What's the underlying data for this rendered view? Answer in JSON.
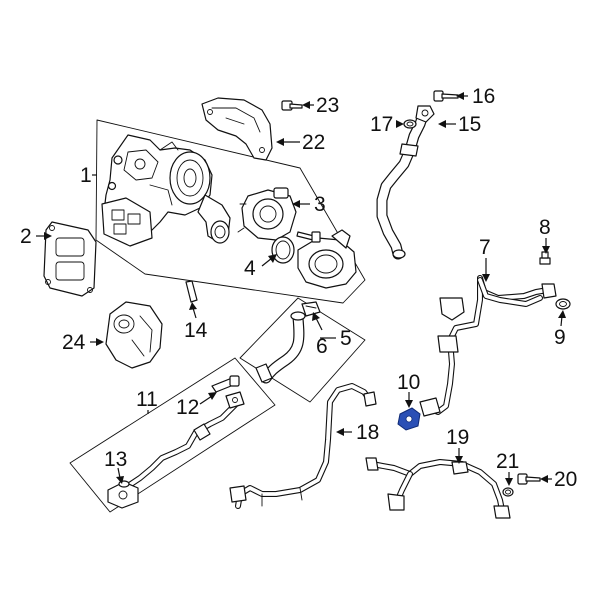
{
  "callouts": {
    "c1": "1",
    "c2": "2",
    "c3": "3",
    "c4": "4",
    "c5": "5",
    "c6": "6",
    "c7": "7",
    "c8": "8",
    "c9": "9",
    "c10": "10",
    "c11": "11",
    "c12": "12",
    "c13": "13",
    "c14": "14",
    "c15": "15",
    "c16": "16",
    "c17": "17",
    "c18": "18",
    "c19": "19",
    "c20": "20",
    "c21": "21",
    "c22": "22",
    "c23": "23",
    "c24": "24"
  },
  "colors": {
    "highlight": "#2a4fb5",
    "line": "#111111",
    "background": "#ffffff"
  }
}
